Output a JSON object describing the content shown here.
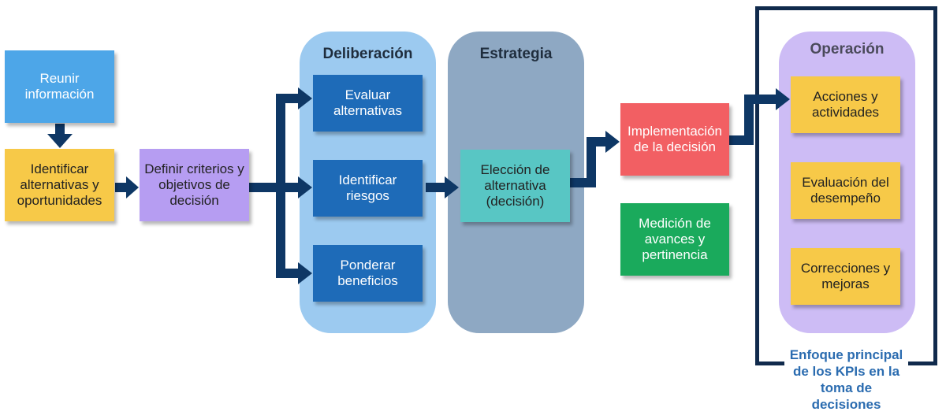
{
  "colors": {
    "blue_light": "#4da6e8",
    "yellow": "#f7c948",
    "purple": "#b69df2",
    "blue_dark": "#1e6bb8",
    "teal": "#58c6c4",
    "red": "#f25f63",
    "green": "#1aaa5c",
    "deliberation_panel": "#9ccaf0",
    "strategy_panel": "#8ea8c3",
    "operation_panel": "#cdbcf5",
    "arrow": "#0e3765"
  },
  "boxes": {
    "reunir": "Reunir información",
    "identificar_alt": "Identificar alternativas y oportunidades",
    "definir": "Definir criterios y objetivos de decisión",
    "evaluar": "Evaluar alternativas",
    "riesgos": "Identificar riesgos",
    "ponderar": "Ponderar beneficios",
    "eleccion": "Elección de alternativa (decisión)",
    "implementacion": "Implementación de la decisión",
    "medicion": "Medición de avances y pertinencia",
    "acciones": "Acciones y actividades",
    "evaluacion": "Evaluación del desempeño",
    "correcciones": "Correcciones y mejoras"
  },
  "panels": {
    "deliberacion": "Deliberación",
    "estrategia": "Estrategia",
    "operacion": "Operación"
  },
  "kpi_caption": "Enfoque principal de los KPIs en la toma de decisiones"
}
